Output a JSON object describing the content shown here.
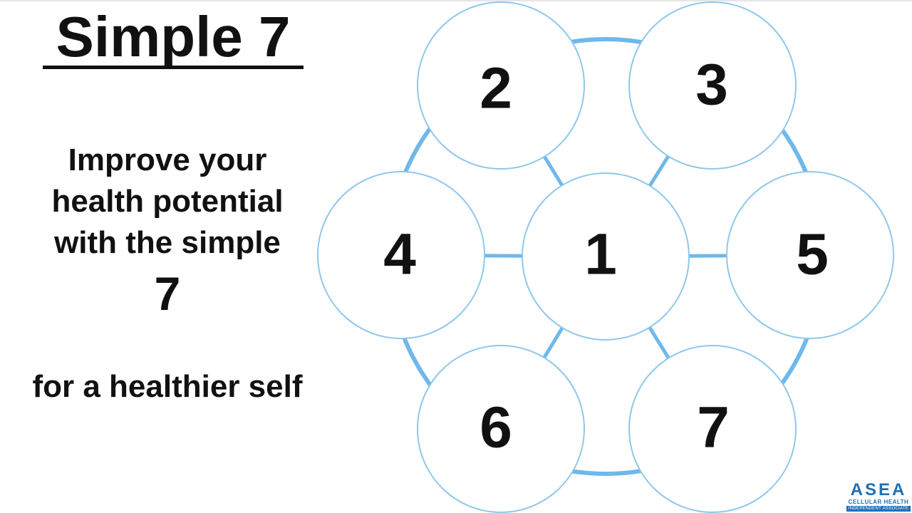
{
  "slide": {
    "title": "Simple 7",
    "description_main": "Improve your health potential with the simple",
    "description_number": "7",
    "description_sub": "for a healthier self"
  },
  "diagram": {
    "center_node": "1",
    "outer_nodes": [
      "2",
      "3",
      "5",
      "7",
      "6",
      "4"
    ],
    "colors": {
      "node_stroke": "#8ec8ec",
      "ring": "#6fb8ea",
      "spoke": "#6fb8ea",
      "node_fill": "#ffffff",
      "label": "#111111"
    }
  },
  "logo": {
    "mark": "ASEA",
    "line1": "CELLULAR HEALTH",
    "line2": "INDEPENDENT ASSOCIATE",
    "color": "#1f6fb5"
  }
}
